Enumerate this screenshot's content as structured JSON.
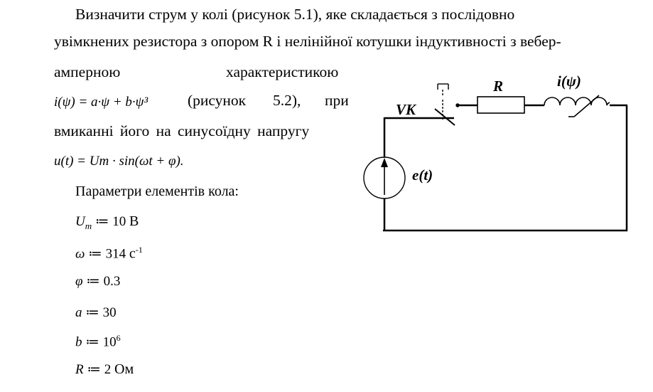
{
  "paragraph": {
    "line1": "Визначити струм у колі (рисунок 5.1), яке складається з послідовно",
    "line2": "увімкнених резистора з опором R і нелінійної котушки індуктивності з вебер-",
    "line3a": "амперною",
    "line3b": "характеристикою",
    "formula_i": "i(ψ) = a·ψ + b·ψ³",
    "line4a": "(рисунок",
    "line4b": "5.2),",
    "line4c": "при",
    "line5": "вмиканні його на синусоїдну напругу",
    "formula_u": "u(t) = Um · sin(ωt + φ)."
  },
  "params_heading": "Параметри елементів кола:",
  "params": {
    "Um": {
      "name": "U",
      "sub": "m",
      "value": "10",
      "unit": "В"
    },
    "omega": {
      "name": "ω",
      "value": "314",
      "unit": "с",
      "unit_sup": "-1"
    },
    "phi": {
      "name": "φ",
      "value": "0.3"
    },
    "a": {
      "name": "a",
      "value": "30"
    },
    "b": {
      "name": "b",
      "value": "10",
      "value_sup": "6"
    },
    "R": {
      "name": "R",
      "value": "2",
      "unit": "Ом"
    }
  },
  "circuit": {
    "switch_label": "VK",
    "resistor_label": "R",
    "inductor_label": "i(ψ)",
    "source_label": "e(t)"
  }
}
